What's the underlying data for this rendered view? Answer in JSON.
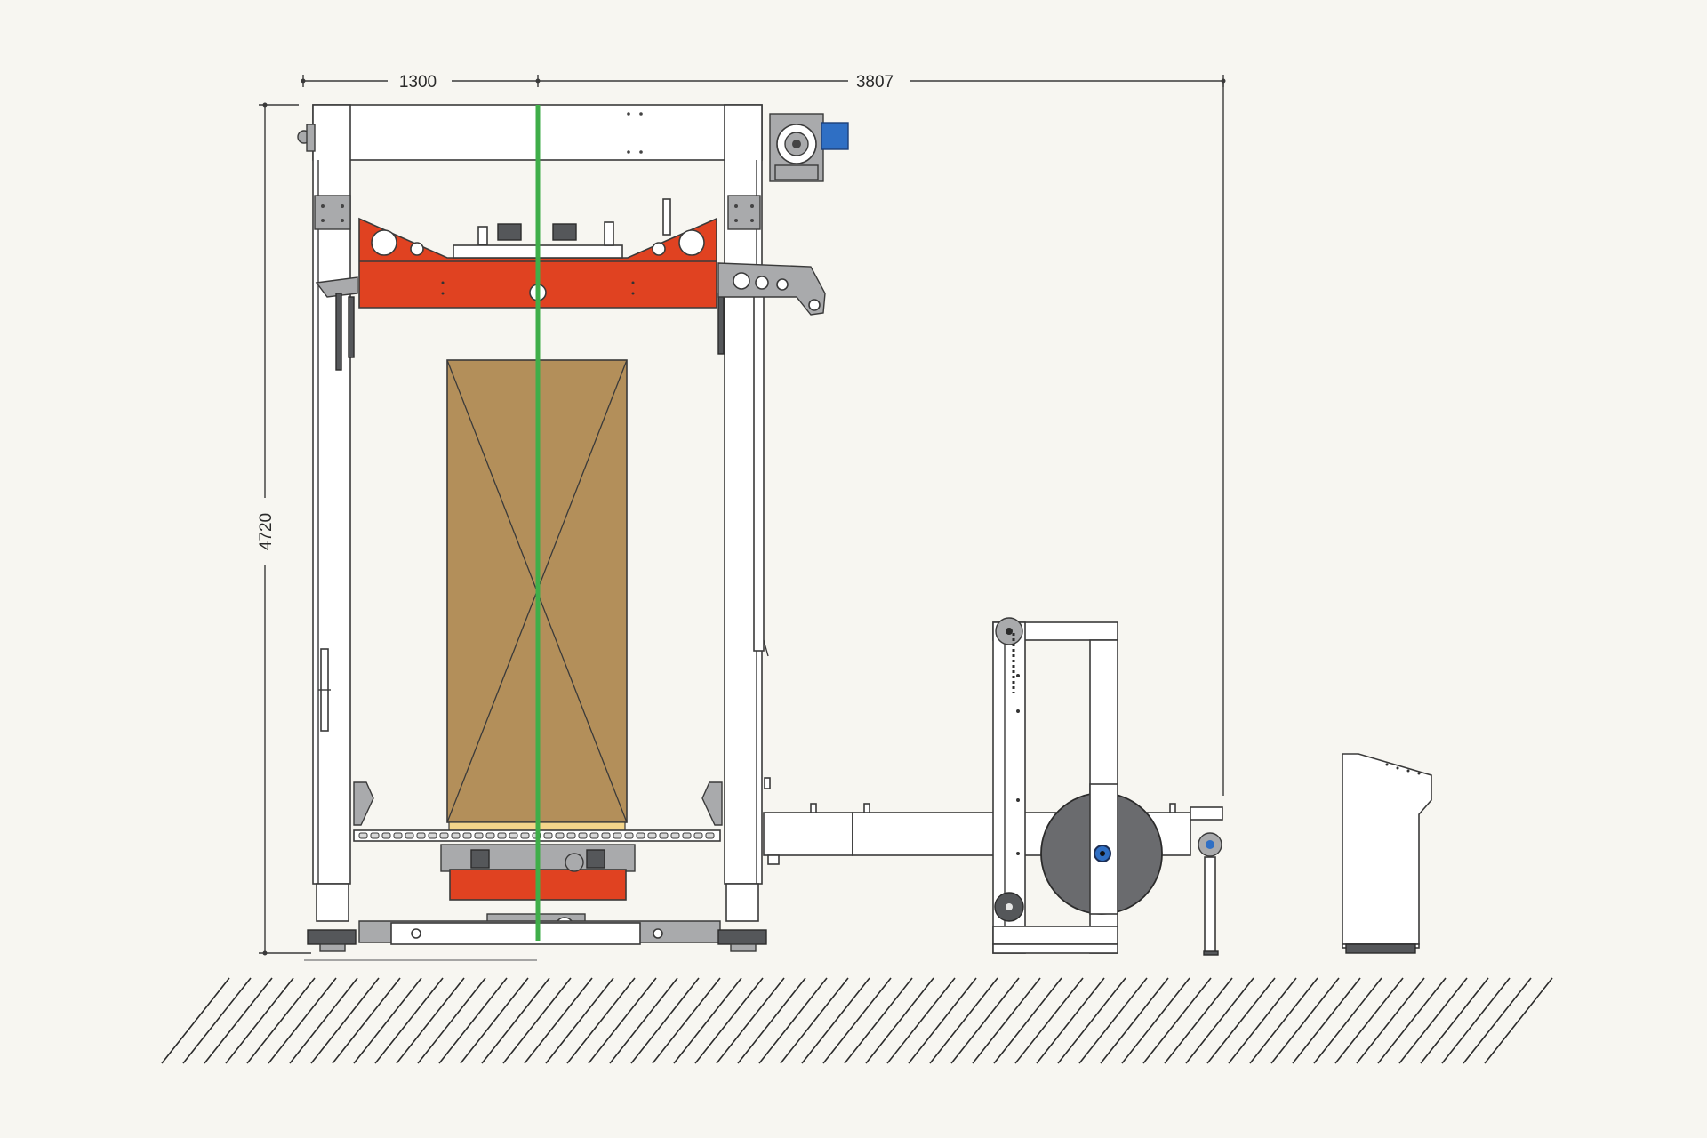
{
  "dimensions": {
    "width_left": "1300",
    "width_total": "3807",
    "height": "4720"
  },
  "colors": {
    "background": "#f7f6f1",
    "frame": "#ffffff",
    "outline": "#3a3a3a",
    "head_red": "#e04221",
    "strap_green": "#3fae49",
    "load_cardboard": "#b38f5a",
    "motor_blue": "#2f6fc4",
    "reel_grey": "#6a6b6e"
  }
}
